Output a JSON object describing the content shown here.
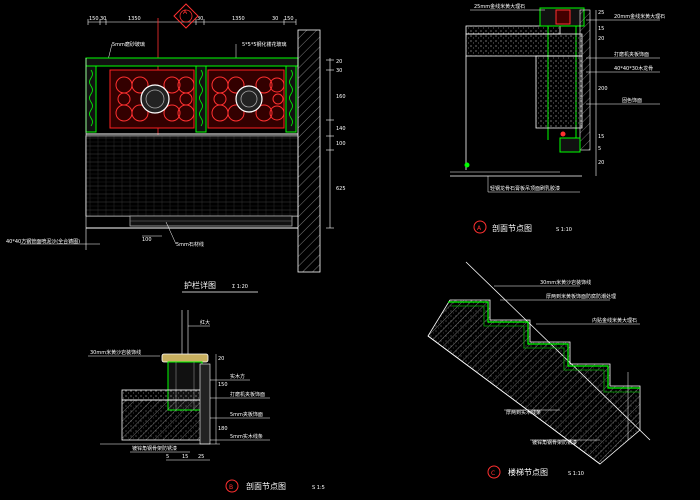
{
  "colors": {
    "background": "#000000",
    "line": "#ffffff",
    "green": "#00ff00",
    "red": "#ff2020",
    "hatch": "#b0b0b0",
    "gold": "#d8c060"
  },
  "railing_elevation": {
    "section_marker": "A",
    "title": "护栏详图",
    "scale": "Σ 1:20",
    "notes": {
      "glass": "5mm磨砂玻璃",
      "steel": "5*5*5钢化镂花玻璃",
      "handrail": "40*40方钢管面喷泥沙(全合铸图)",
      "skirting": "5mm石材线"
    },
    "top_dims": [
      "150",
      "30",
      "1350",
      "30",
      "1350",
      "30",
      "150"
    ],
    "right_dims": [
      "20",
      "30",
      "160",
      "140",
      "100",
      "625"
    ],
    "bottom_dim": "100"
  },
  "section_a": {
    "marker": "A",
    "title": "剖面节点图",
    "scale": "S 1:10",
    "notes": {
      "top_left": "25mm金线米黄大理石",
      "top_right": "20mm金线米黄大理石",
      "mid1": "打磨机夹板饰面",
      "mid2": "40*40*30木龙骨",
      "mid3": "固色饰面",
      "bottom": "轻钢龙骨石膏板吊顶面刷乳胶漆"
    },
    "dims": [
      "25",
      "15",
      "20",
      "200",
      "15",
      "5",
      "20"
    ]
  },
  "section_b": {
    "marker": "B",
    "title": "剖面节点图",
    "scale": "S 1:5",
    "notes": {
      "top": "30mm米黄沙岩装饰线",
      "right_top": "红大",
      "r1": "实木方",
      "r2": "打磨机夹板饰面",
      "r3": "5mm夹板饰面",
      "r4": "5mm实木线条",
      "bottom": "镀锌角钢骨架防锈漆"
    },
    "dims": [
      "20",
      "150",
      "180",
      "5",
      "15",
      "25"
    ]
  },
  "stair": {
    "marker": "C",
    "title": "楼梯节点图",
    "scale": "S 1:10",
    "notes": {
      "n1": "30mm米黄沙岩装饰线",
      "n2": "厚两到米黄板饰面防腐防潮处理",
      "n3": "内贴金线米黄大理石",
      "n4": "厚两到实木线条",
      "n5": "镀锌角钢骨架防锈漆"
    }
  }
}
